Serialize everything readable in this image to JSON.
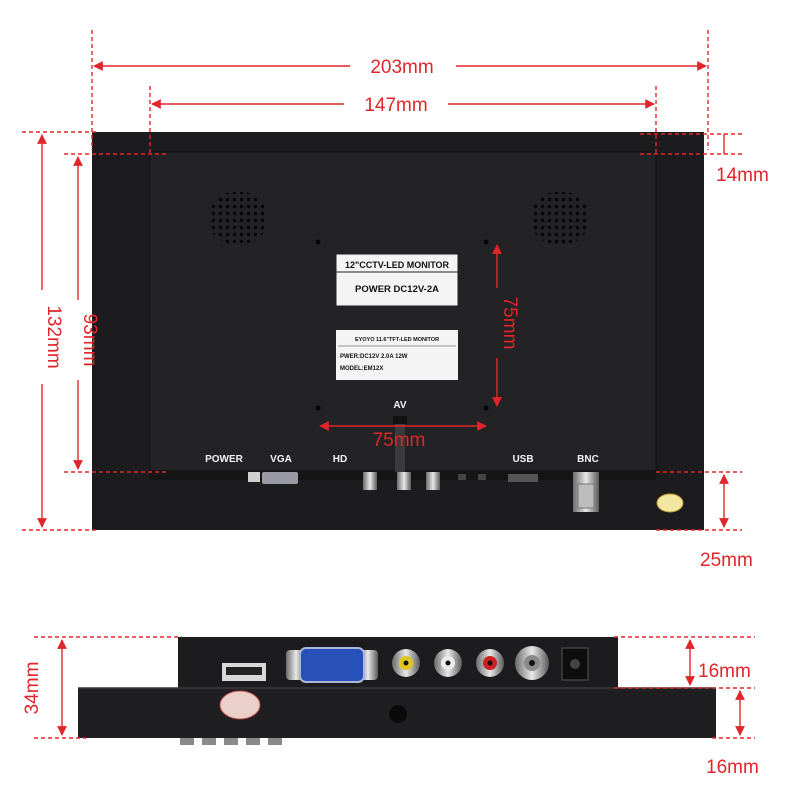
{
  "dimensions": {
    "width_total": "203mm",
    "width_inner": "147mm",
    "top_border": "14mm",
    "height_total": "132mm",
    "height_inner": "93mm",
    "vesa_vertical": "75mm",
    "vesa_horizontal": "75mm",
    "bottom_border": "25mm",
    "side_depth": "34mm",
    "side_upper": "16mm",
    "side_lower": "16mm"
  },
  "rear_labels": {
    "power": "POWER",
    "vga": "VGA",
    "hd": "HD",
    "av": "AV",
    "usb": "USB",
    "bnc": "BNC"
  },
  "sticker_main": {
    "line1": "12\"CCTV-LED MONITOR",
    "line2": "POWER  DC12V-2A"
  },
  "sticker_small": {
    "line1": "EYOYO 11.6\"TFT-LED MONITOR",
    "line2": "PWER:DC12V  2.0A 12W",
    "line3": "MODEL:EM12X"
  },
  "colors": {
    "dimension_red": "#e0262a",
    "monitor_body": "#1c1c1e",
    "panel_inner": "#232326"
  }
}
